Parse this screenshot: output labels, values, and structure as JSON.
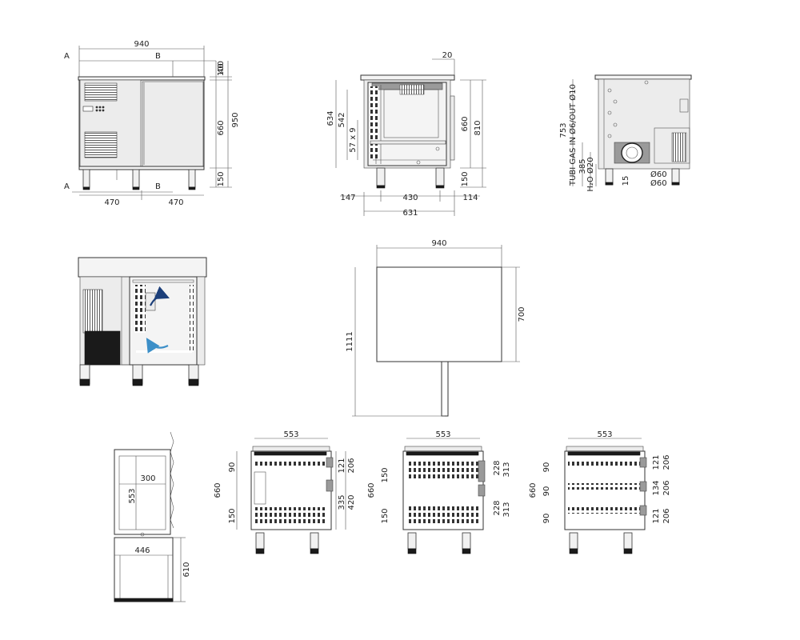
{
  "colors": {
    "line": "#333333",
    "airflow_hot": "#1c3f7a",
    "airflow_cold": "#3c8fc8"
  },
  "front_view": {
    "width_total": "940",
    "section_a": "A",
    "section_b": "B",
    "dim_40": "40",
    "dim_100": "100",
    "dim_660": "660",
    "dim_950": "950",
    "dim_150": "150",
    "half_left": "470",
    "half_right": "470"
  },
  "side_view": {
    "dim_20": "20",
    "dim_634": "634",
    "dim_542": "542",
    "dim_57x9": "57 x 9",
    "dim_660": "660",
    "dim_810": "810",
    "dim_150": "150",
    "dim_147": "147",
    "dim_430": "430",
    "dim_114": "114",
    "dim_631": "631"
  },
  "rear_view": {
    "pipe_label": "TUBI GAS IN Ø6/OUT Ø10",
    "drain_label": "H₂O Ø20",
    "dim_753": "753",
    "dim_385": "385",
    "dim_15": "15",
    "dia_1": "Ø60",
    "dia_2": "Ø60"
  },
  "top_view": {
    "width": "940",
    "depth": "700",
    "depth_open": "1111"
  },
  "door_open_view": {
    "dim_300": "300",
    "dim_553": "553",
    "dim_446": "446",
    "dim_610": "610"
  },
  "drawer_views": [
    {
      "width": "553",
      "height": "660",
      "upper": "90",
      "lower": "150",
      "r1": "121",
      "r2": "206",
      "r3": "335",
      "r4": "420"
    },
    {
      "width": "553",
      "height": "660",
      "upper": "150",
      "lower": "150",
      "r1": "228",
      "r2": "313",
      "r3": "228",
      "r4": "313"
    },
    {
      "width": "553",
      "height": "660",
      "d1": "90",
      "d2": "90",
      "d3": "90",
      "r1": "121",
      "r2": "206",
      "r3": "134",
      "r4": "206",
      "r5": "121",
      "r6": "206"
    }
  ]
}
